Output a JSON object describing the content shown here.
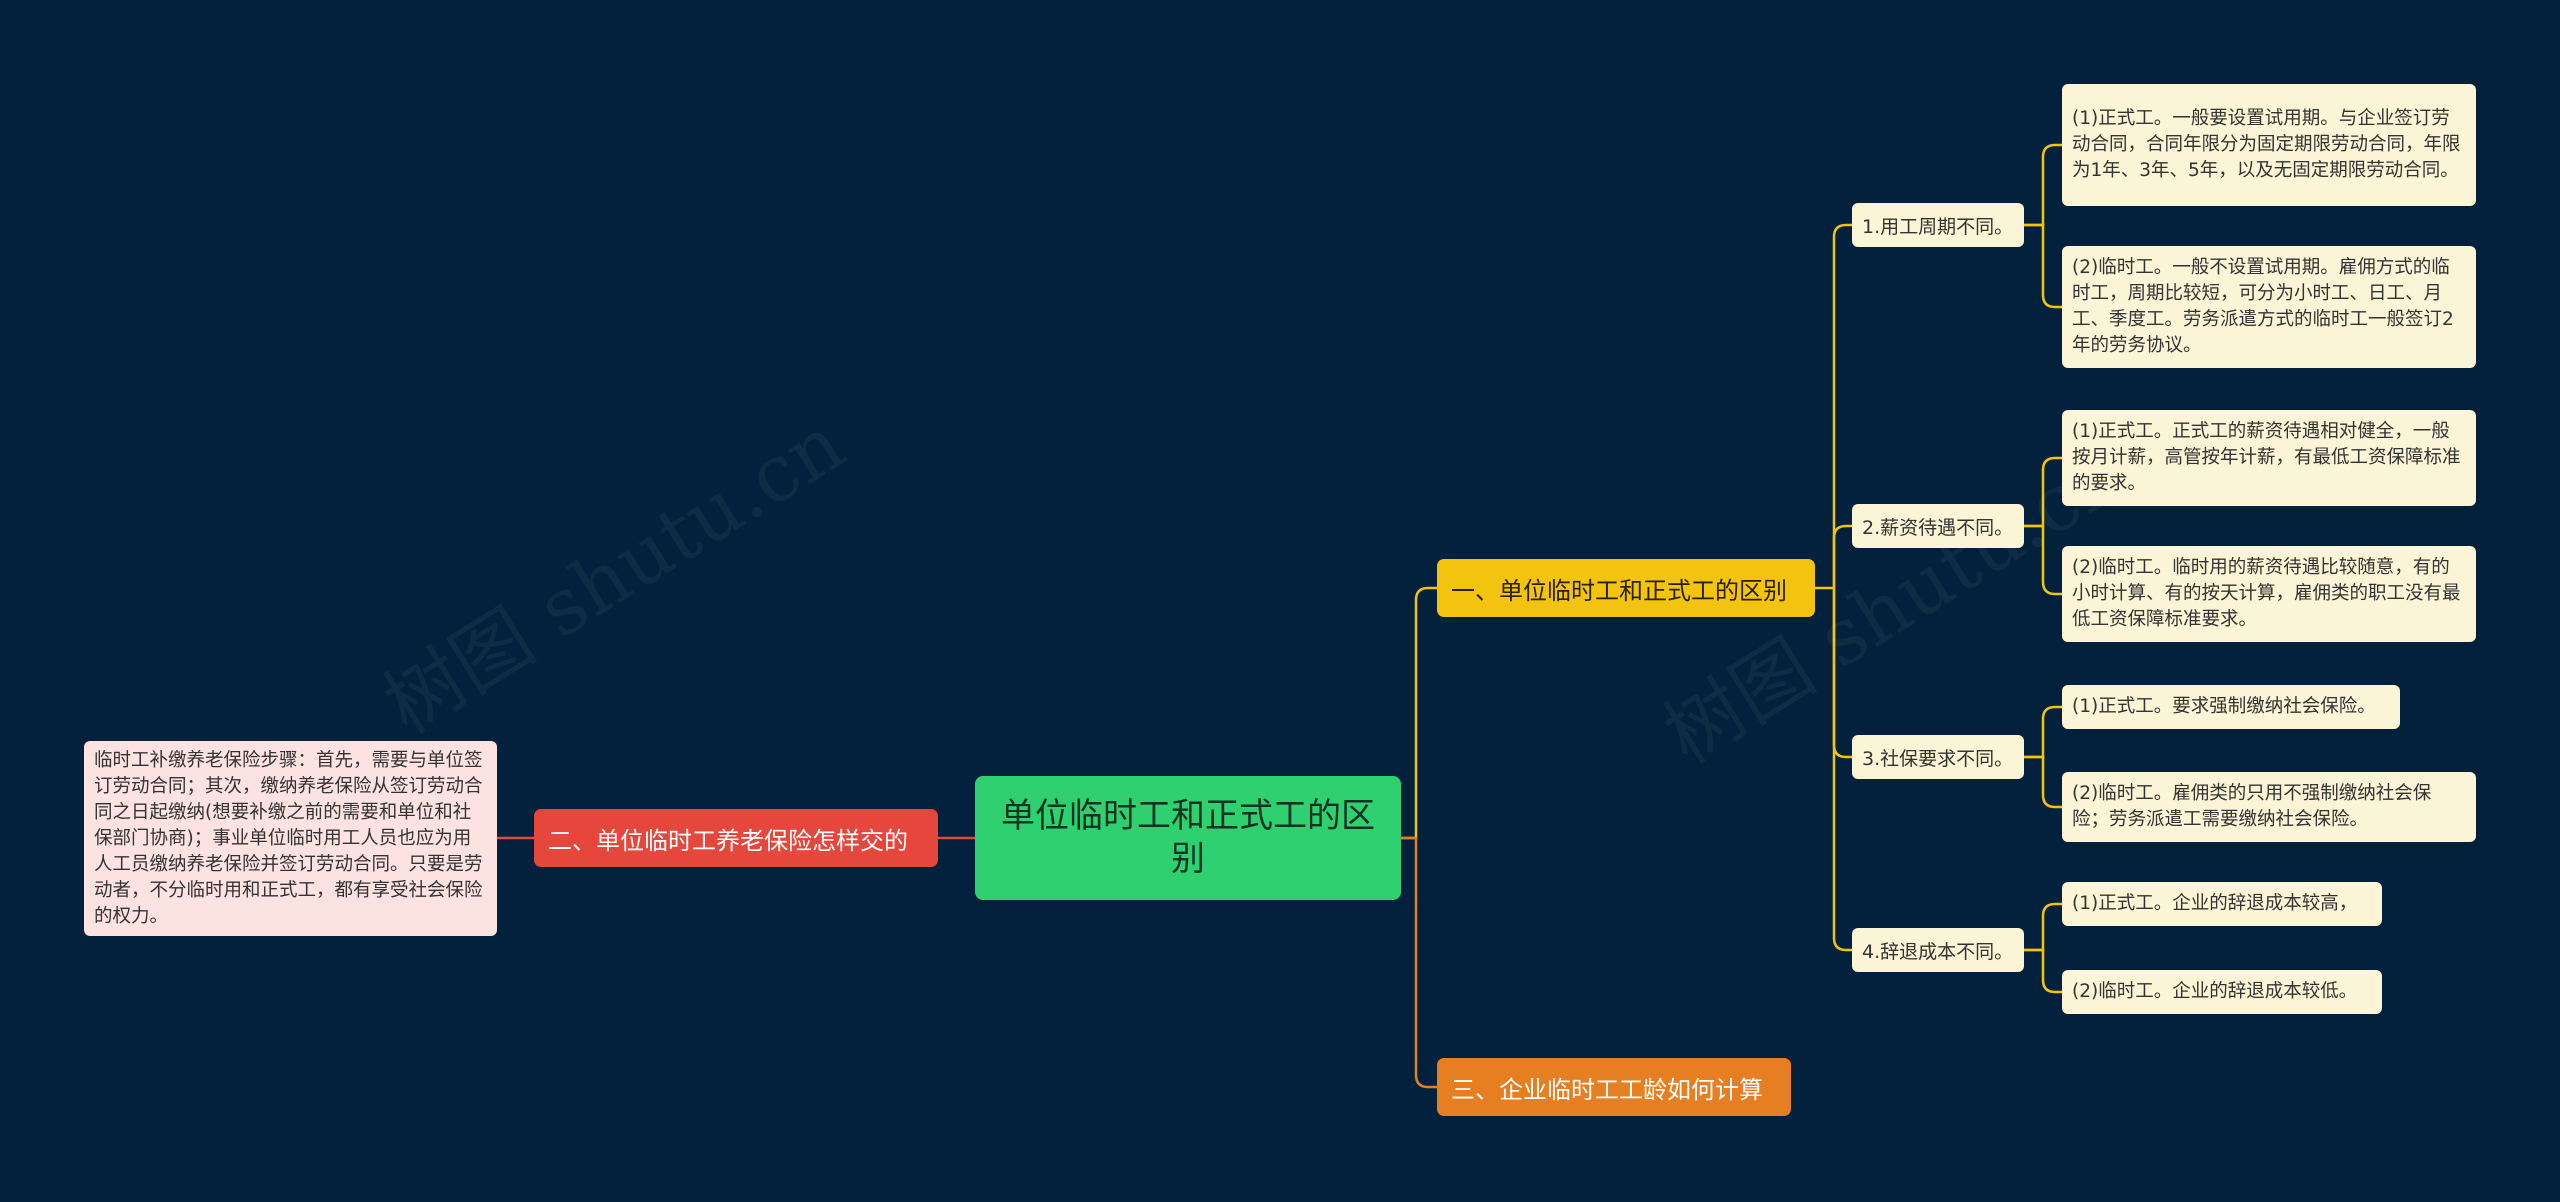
{
  "root": {
    "label": "单位临时工和正式工的区别"
  },
  "branches": {
    "b1": {
      "label": "一、单位临时工和正式工的区别"
    },
    "b2": {
      "label": "二、单位临时工养老保险怎样交的"
    },
    "b3": {
      "label": "三、企业临时工工龄如何计算"
    }
  },
  "subs": [
    {
      "label": "1.用工周期不同。"
    },
    {
      "label": "2.薪资待遇不同。"
    },
    {
      "label": "3.社保要求不同。"
    },
    {
      "label": "4.辞退成本不同。"
    }
  ],
  "leaves": [
    {
      "text": "(1)正式工。一般要设置试用期。与企业签订劳动合同，合同年限分为固定期限劳动合同，年限为1年、3年、5年，以及无固定期限劳动合同。"
    },
    {
      "text": "(2)临时工。一般不设置试用期。雇佣方式的临时工，周期比较短，可分为小时工、日工、月工、季度工。劳务派遣方式的临时工一般签订2年的劳务协议。"
    },
    {
      "text": "(1)正式工。正式工的薪资待遇相对健全，一般按月计薪，高管按年计薪，有最低工资保障标准的要求。"
    },
    {
      "text": "(2)临时工。临时用的薪资待遇比较随意，有的小时计算、有的按天计算，雇佣类的职工没有最低工资保障标准要求。"
    },
    {
      "text": "(1)正式工。要求强制缴纳社会保险。"
    },
    {
      "text": "(2)临时工。雇佣类的只用不强制缴纳社会保险；劳务派遣工需要缴纳社会保险。"
    },
    {
      "text": "(1)正式工。企业的辞退成本较高，"
    },
    {
      "text": "(2)临时工。企业的辞退成本较低。"
    }
  ],
  "note": {
    "text": "临时工补缴养老保险步骤：首先，需要与单位签订劳动合同；其次，缴纳养老保险从签订劳动合同之日起缴纳(想要补缴之前的需要和单位和社保部门协商)；事业单位临时用工人员也应为用人工员缴纳养老保险并签订劳动合同。只要是劳动者，不分临时用和正式工，都有享受社会保险的权力。"
  },
  "watermark": {
    "text": "树图 shutu.cn"
  },
  "colors": {
    "background": "#03213c",
    "root": "#2fd06f",
    "branch1": "#f2c40f",
    "branch2": "#e5473c",
    "branch3": "#e67e22",
    "leaf": "#fcf4d6",
    "note": "#fde2e2"
  }
}
